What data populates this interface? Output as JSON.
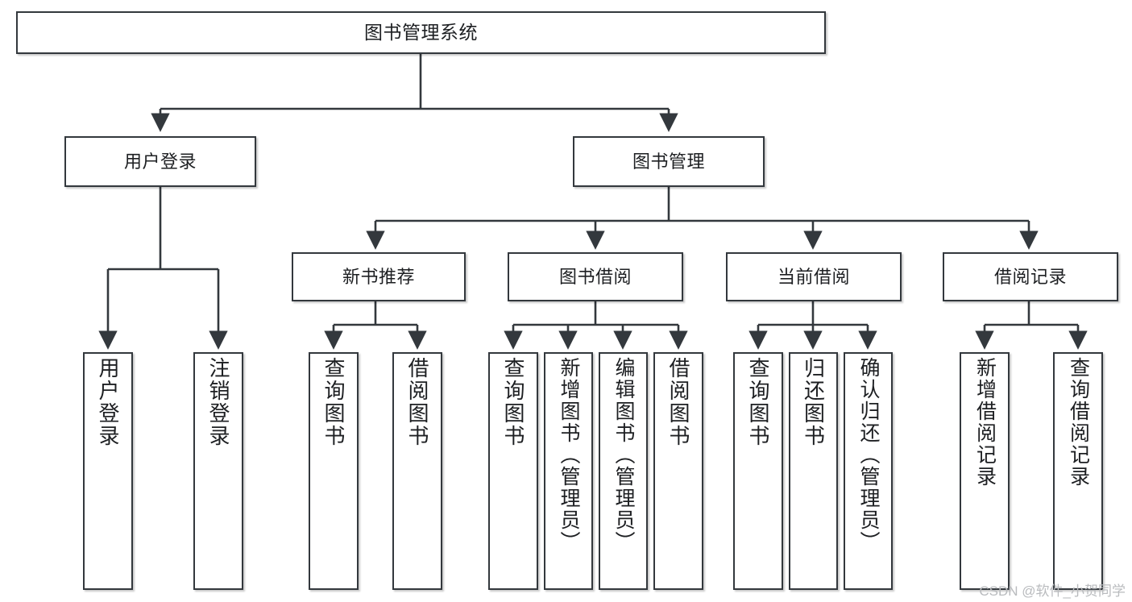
{
  "diagram": {
    "type": "tree",
    "title": "图书管理系统",
    "watermark": "CSDN @软件_小贺同学",
    "line_color": "#33383d",
    "box_fill": "#ffffff",
    "text_color": "#1d1f22",
    "levels": {
      "root": "图书管理系统",
      "level1": [
        "用户登录",
        "图书管理"
      ],
      "level2": [
        "新书推荐",
        "图书借阅",
        "当前借阅",
        "借阅记录"
      ]
    },
    "nodes": {
      "root": {
        "label": "图书管理系统"
      },
      "user_login": {
        "label": "用户登录"
      },
      "book_manage": {
        "label": "图书管理"
      },
      "new_book_rec": {
        "label": "新书推荐"
      },
      "book_borrow": {
        "label": "图书借阅"
      },
      "current_borrow": {
        "label": "当前借阅"
      },
      "borrow_record": {
        "label": "借阅记录"
      },
      "leaf_user_login": {
        "label": "用户登录"
      },
      "leaf_logout": {
        "label": "注销登录"
      },
      "leaf_query_book_a": {
        "label": "查询图书"
      },
      "leaf_borrow_book_a": {
        "label": "借阅图书"
      },
      "leaf_query_book_b": {
        "label": "查询图书"
      },
      "leaf_add_book": {
        "label": "新增图书（管理员）"
      },
      "leaf_edit_book": {
        "label": "编辑图书（管理员）"
      },
      "leaf_borrow_book_b": {
        "label": "借阅图书"
      },
      "leaf_query_book_c": {
        "label": "查询图书"
      },
      "leaf_return_book": {
        "label": "归还图书"
      },
      "leaf_confirm_return": {
        "label": "确认归还（管理员）"
      },
      "leaf_add_record": {
        "label": "新增借阅记录"
      },
      "leaf_query_record": {
        "label": "查询借阅记录"
      }
    }
  }
}
